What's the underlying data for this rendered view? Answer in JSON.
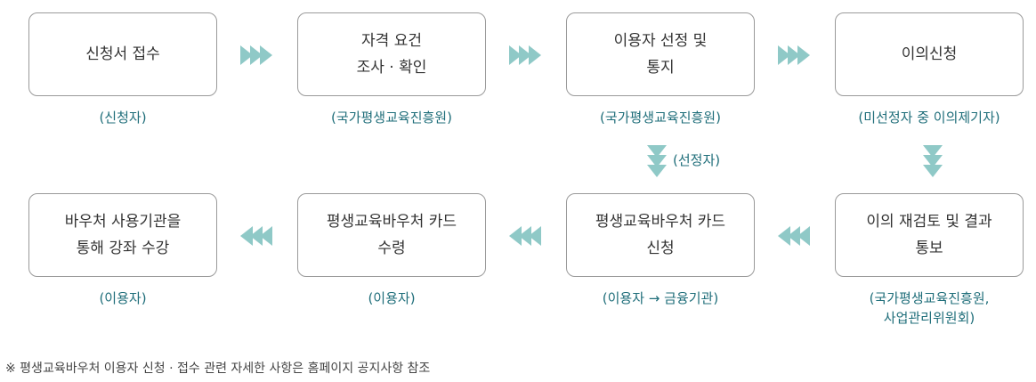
{
  "colors": {
    "arrow": "#8fc9c7",
    "subtext": "#1f6e7a",
    "border": "#9a9a9a"
  },
  "steps": [
    {
      "label": "신청서 접수",
      "sub": "(신청자)"
    },
    {
      "label": "자격 요건\n조사 · 확인",
      "sub": "(국가평생교육진흥원)"
    },
    {
      "label": "이용자 선정 및\n통지",
      "sub": "(국가평생교육진흥원)"
    },
    {
      "label": "이의신청",
      "sub": "(미선정자 중 이의제기자)"
    },
    {
      "label": "이의 재검토 및 결과\n통보",
      "sub": "(국가평생교육진흥원,\n사업관리위원회)"
    },
    {
      "label": "평생교육바우처 카드\n신청",
      "sub": "(이용자 → 금융기관)"
    },
    {
      "label": "평생교육바우처 카드\n수령",
      "sub": "(이용자)"
    },
    {
      "label": "바우처 사용기관을\n통해 강좌 수강",
      "sub": "(이용자)"
    }
  ],
  "down_arrow_label": "(선정자)",
  "footnote": "※ 평생교육바우처 이용자 신청 · 접수 관련 자세한 사항은 홈페이지 공지사항 참조"
}
